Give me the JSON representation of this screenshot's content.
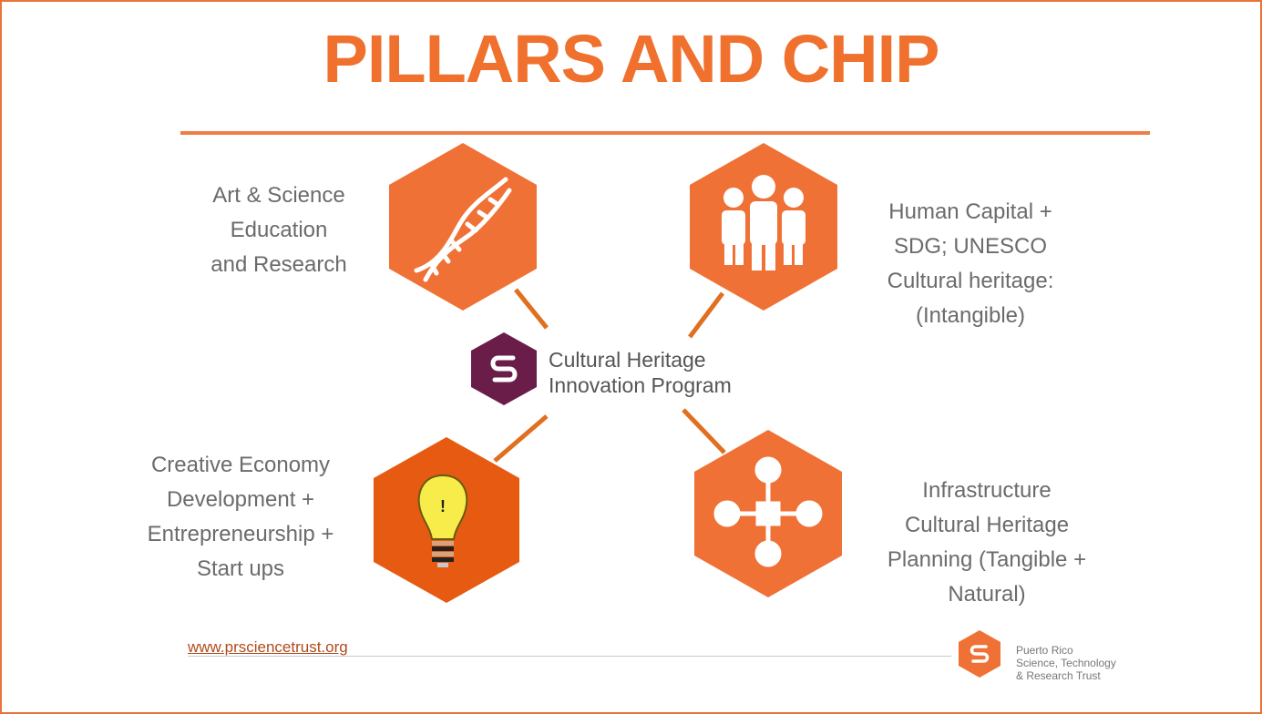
{
  "title": "PILLARS AND CHIP",
  "center": {
    "line1": "Cultural Heritage",
    "line2": "Innovation Program"
  },
  "pillars": [
    {
      "lines": [
        "Art & Science",
        "Education",
        "and Research"
      ],
      "icon": "dna-icon"
    },
    {
      "lines": [
        "Human Capital +",
        "SDG; UNESCO",
        "Cultural heritage:",
        "(Intangible)"
      ],
      "icon": "people-icon"
    },
    {
      "lines": [
        "Creative Economy",
        "Development +",
        "Entrepreneurship +",
        "Start ups"
      ],
      "icon": "lightbulb-icon"
    },
    {
      "lines": [
        "Infrastructure",
        "Cultural Heritage",
        "Planning (Tangible +",
        "Natural)"
      ],
      "icon": "network-icon"
    }
  ],
  "footer": {
    "url": "www.prsciencetrust.org",
    "org_line1": "Puerto Rico",
    "org_line2": "Science, Technology",
    "org_line3": "& Research Trust"
  },
  "colors": {
    "accent": "#f0702e",
    "hex_fill": "#f07136",
    "hex_bulb": "#e65a12",
    "logo_purple": "#6b1d4a",
    "text_gray": "#6b6b6b"
  }
}
